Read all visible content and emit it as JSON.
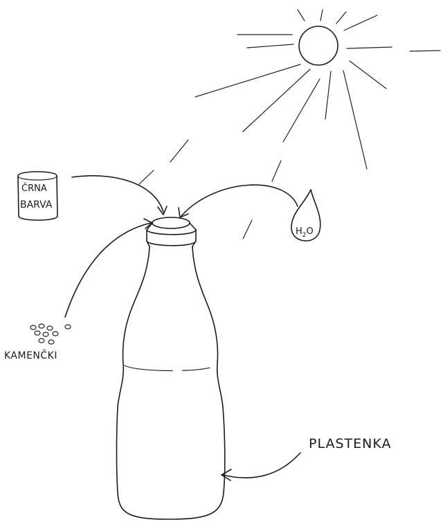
{
  "labels": {
    "paint_line1": "ČRNA",
    "paint_line2": "BARVA",
    "water": "H",
    "water_sub": "2",
    "water_end": "O",
    "stones": "KAMENČKI",
    "bottle": "PLASTENKA"
  }
}
